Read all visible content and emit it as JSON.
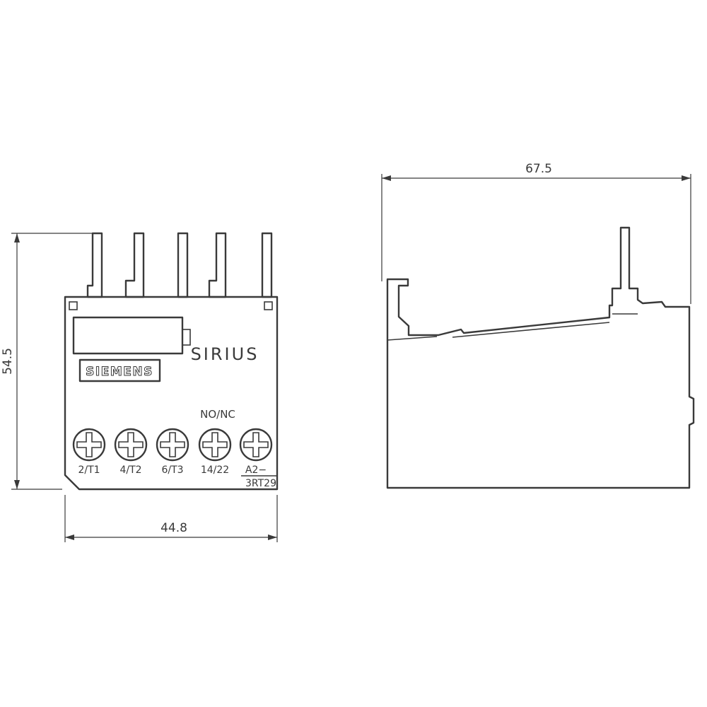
{
  "colors": {
    "line": "#3a3a3a",
    "background": "#ffffff"
  },
  "front_view": {
    "brand": "SIEMENS",
    "series": "SIRIUS",
    "contact_label": "NO/NC",
    "model": "3RT29",
    "terminals": [
      "2/T1",
      "4/T2",
      "6/T3",
      "14/22",
      "A2−"
    ]
  },
  "dimensions": {
    "height_mm": "54.5",
    "width_mm": "44.8",
    "depth_mm": "67.5"
  }
}
